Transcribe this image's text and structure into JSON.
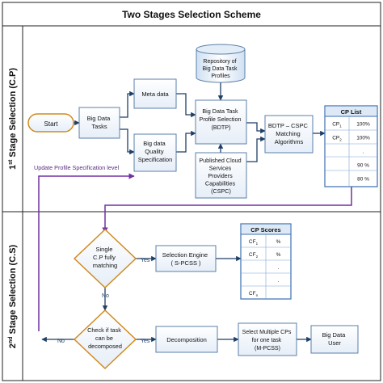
{
  "title": "Two Stages Selection Scheme",
  "lanes": {
    "stage1": {
      "label": "1st Stage Selection (C.P)"
    },
    "stage2": {
      "label": "2nd Stage Selection (C.S)"
    }
  },
  "nodes": {
    "start": "Start",
    "big_data_tasks": [
      "Big Data",
      "Tasks"
    ],
    "meta_data": "Meta data",
    "quality_spec": [
      "Big data",
      "Quality",
      "Specification"
    ],
    "repository": [
      "Repository of",
      "Big Data Task",
      "Profiles"
    ],
    "bdtp": [
      "Big Data Task",
      "Profile Selection",
      "(BDTP)"
    ],
    "cspc": [
      "Published Cloud",
      "Services",
      "Providers",
      "Capabilities",
      "(CSPC)"
    ],
    "matching": [
      "BDTP – CSPC",
      "Matching",
      "Algorithms"
    ],
    "single_cp": [
      "Single",
      "C.P fully",
      "matching"
    ],
    "selection_engine": [
      "Selection Engine",
      "( S-PCSS )"
    ],
    "check_decompose": [
      "Check if task",
      "can be",
      "decomposed"
    ],
    "decomposition": "Decomposition",
    "select_multiple": [
      "Select Multiple CPs",
      "for one task",
      "(M-PCSS)"
    ],
    "big_data_user": [
      "Big Data",
      "User"
    ]
  },
  "edge_labels": {
    "update_profile": "Update Profile Specification level",
    "yes1": "Yes",
    "no1": "No",
    "yes2": "Yes",
    "no2": "No"
  },
  "cp_list": {
    "header": "CP List",
    "rows": [
      {
        "cp": "CP",
        "sub": "1",
        "val": "100%"
      },
      {
        "cp": "CP",
        "sub": "2",
        "val": "100%"
      },
      {
        "cp": "",
        "sub": "",
        "val": "."
      },
      {
        "cp": "",
        "sub": "",
        "val": "90 %"
      },
      {
        "cp": "",
        "sub": "",
        "val": "80 %"
      }
    ]
  },
  "cp_scores": {
    "header": "CP Scores",
    "rows": [
      {
        "cp": "CF",
        "sub": "1",
        "val": "%"
      },
      {
        "cp": "CF",
        "sub": "2",
        "val": "%"
      },
      {
        "cp": "",
        "sub": "",
        "val": "."
      },
      {
        "cp": "",
        "sub": "",
        "val": "."
      },
      {
        "cp": "CF",
        "sub": "n",
        "val": ""
      }
    ]
  }
}
